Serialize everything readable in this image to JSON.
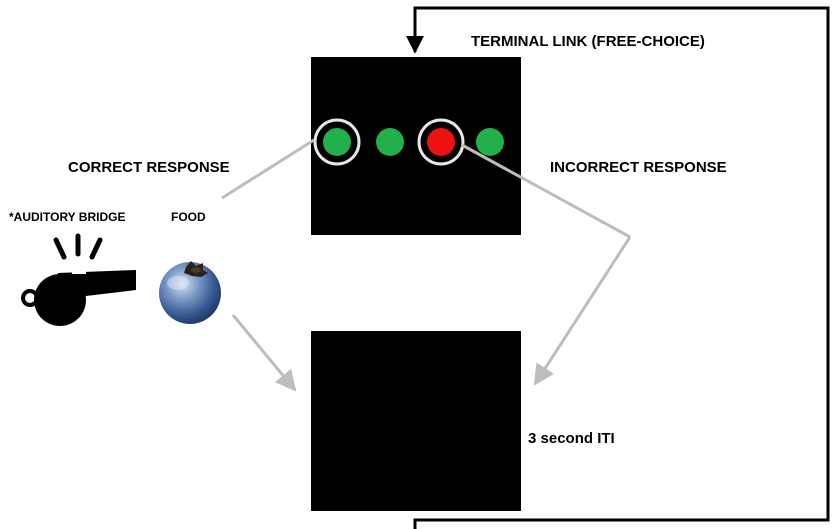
{
  "labels": {
    "terminal_link": "TERMINAL LINK (FREE-CHOICE)",
    "correct_response": "CORRECT RESPONSE",
    "incorrect_response": "INCORRECT RESPONSE",
    "auditory_bridge": "*AUDITORY BRIDGE",
    "food": "FOOD",
    "iti": "3 second ITI"
  },
  "icons": {
    "whistle": "whistle-icon",
    "blueberry": "blueberry-icon"
  },
  "colors": {
    "screen": "#000000",
    "green_stimulus": "#21b04b",
    "red_stimulus": "#ee1111",
    "selection_ring": "#e8e8e8",
    "connector_line": "#bdbdbd",
    "loop_line": "#000000",
    "blueberry": "#3a5f9a"
  }
}
